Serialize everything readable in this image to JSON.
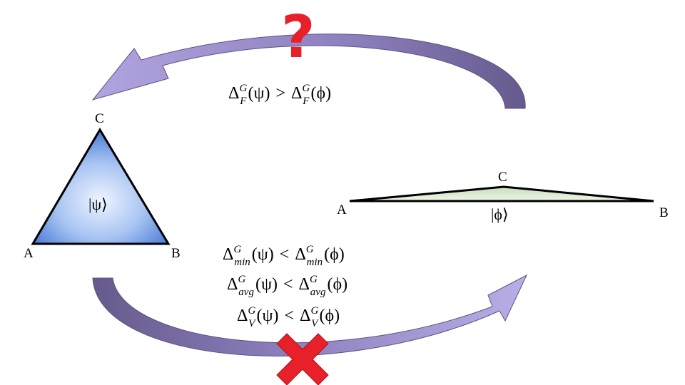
{
  "triangle_left": {
    "vertex_labels": {
      "a": "A",
      "b": "B",
      "c": "C"
    },
    "state": "|ψ⟩",
    "fill_color": "#5f8fe0"
  },
  "triangle_right": {
    "vertex_labels": {
      "a": "A",
      "b": "B",
      "c": "C"
    },
    "state": "|ϕ⟩",
    "fill_color": "#dcebd4"
  },
  "top_arrow": {
    "symbol": "?",
    "symbol_color": "#e8202a",
    "relation": {
      "delta": "Δ",
      "sup": "G",
      "sub": "F",
      "lhs": "(ψ)",
      "op": ">",
      "rhs": "(ϕ)"
    }
  },
  "bottom_arrow": {
    "symbol": "✖",
    "symbol_color": "#e8202a",
    "relations": [
      {
        "delta": "Δ",
        "sup": "G",
        "sub": "min",
        "lhs": "(ψ)",
        "op": "<",
        "rhs": "(ϕ)"
      },
      {
        "delta": "Δ",
        "sup": "G",
        "sub": "avg",
        "lhs": "(ψ)",
        "op": "<",
        "rhs": "(ϕ)"
      },
      {
        "delta": "Δ",
        "sup": "G",
        "sub": "V",
        "lhs": "(ψ)",
        "op": "<",
        "rhs": "(ϕ)"
      }
    ]
  },
  "colors": {
    "arrow_light": "#a99bd6",
    "arrow_dark": "#6f6396"
  }
}
